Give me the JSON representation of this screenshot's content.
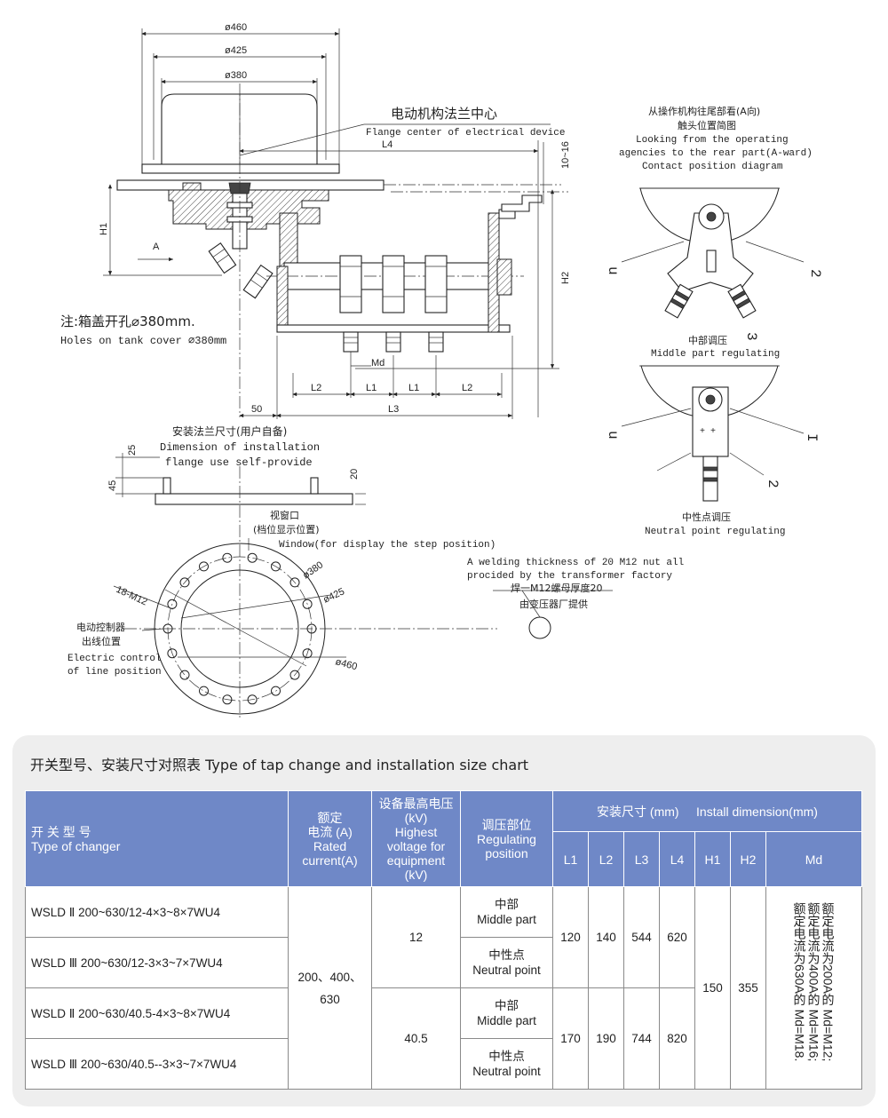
{
  "drawing": {
    "dims_top": [
      "ø460",
      "ø425",
      "ø380"
    ],
    "flange_center_cn": "电动机构法兰中心",
    "flange_center_en": "Flange center of electrical device",
    "dim_10_16": "10~16",
    "L4": "L4",
    "H1": "H1",
    "H2": "H2",
    "arrow_A": "A",
    "note_cn": "注:箱盖开孔⌀380mm.",
    "note_en": "Holes on tank cover ⌀380mm",
    "Md": "Md",
    "L1": "L1",
    "L2": "L2",
    "L3": "L3",
    "dim_50": "50",
    "install_flange_cn": "安装法兰尺寸(用户自备)",
    "install_flange_en1": "Dimension of installation",
    "install_flange_en2": "flange use self-provide",
    "dim_25": "25",
    "dim_45": "45",
    "dim_20": "20",
    "window_cn1": "视窗口",
    "window_cn2": "(档位显示位置)",
    "window_en": "Window(for display the step position)",
    "ring_dims": [
      "ø380",
      "ø425",
      "ø460"
    ],
    "bolts": "18-M12",
    "control_cn1": "电动控制器",
    "control_cn2": "出线位置",
    "control_en1": "Electric control",
    "control_en2": "of line position",
    "weld_en1": "A welding thickness of 20 M12 nut all",
    "weld_en2": "procided by the transformer factory",
    "weld_cn1": "焊一M12螺母厚度20",
    "weld_cn2": "由变压器厂提供",
    "view_cn1": "从操作机构往尾部看(A向)",
    "view_cn2": "触头位置简图",
    "view_en1": "Looking from the operating",
    "view_en2": "agencies to the rear part(A-ward)",
    "view_en3": "Contact position diagram",
    "middle_cn": "中部调压",
    "middle_en": "Middle part regulating",
    "neutral_cn": "中性点调压",
    "neutral_en": "Neutral point regulating",
    "pos_u": "u",
    "pos_2": "2",
    "pos_3": "3",
    "pos_1": "I"
  },
  "table": {
    "title": "开关型号、安装尺寸对照表   Type of tap change and installation size chart",
    "headers": {
      "type_cn": "开 关 型 号",
      "type_en": "Type of changer",
      "current": [
        "额定",
        "电流 (A)",
        "Rated",
        "current(A)"
      ],
      "voltage": [
        "设备最高电压",
        "(kV)",
        "Highest",
        "voltage for",
        "equipment",
        "(kV)"
      ],
      "position": [
        "调压部位",
        "Regulating",
        "position"
      ],
      "install": "安装尺寸 (mm)     Install dimension(mm)",
      "cols": [
        "L1",
        "L2",
        "L3",
        "L4",
        "H1",
        "H2",
        "Md"
      ]
    },
    "rows": [
      {
        "model": "WSLD Ⅱ 200~630/12-4×3~8×7WU4",
        "pos_cn": "中部",
        "pos_en": "Middle part"
      },
      {
        "model": "WSLD Ⅲ 200~630/12-3×3~7×7WU4",
        "pos_cn": "中性点",
        "pos_en": "Neutral  point"
      },
      {
        "model": "WSLD Ⅱ 200~630/40.5-4×3~8×7WU4",
        "pos_cn": "中部",
        "pos_en": "Middle part"
      },
      {
        "model": "WSLD Ⅲ 200~630/40.5--3×3~7×7WU4",
        "pos_cn": "中性点",
        "pos_en": "Neutral  point"
      }
    ],
    "current": [
      "200、400、",
      "630"
    ],
    "voltage_12": "12",
    "voltage_40": "40.5",
    "group12": {
      "L1": "120",
      "L2": "140",
      "L3": "544",
      "L4": "620"
    },
    "group40": {
      "L1": "170",
      "L2": "190",
      "L3": "744",
      "L4": "820"
    },
    "H1": "150",
    "H2": "355",
    "md_note": [
      "额定电流为200A的 Md=M12;",
      "额定电流为400A的 Md=M16;",
      "额定电流为630A的 Md=M18."
    ]
  }
}
